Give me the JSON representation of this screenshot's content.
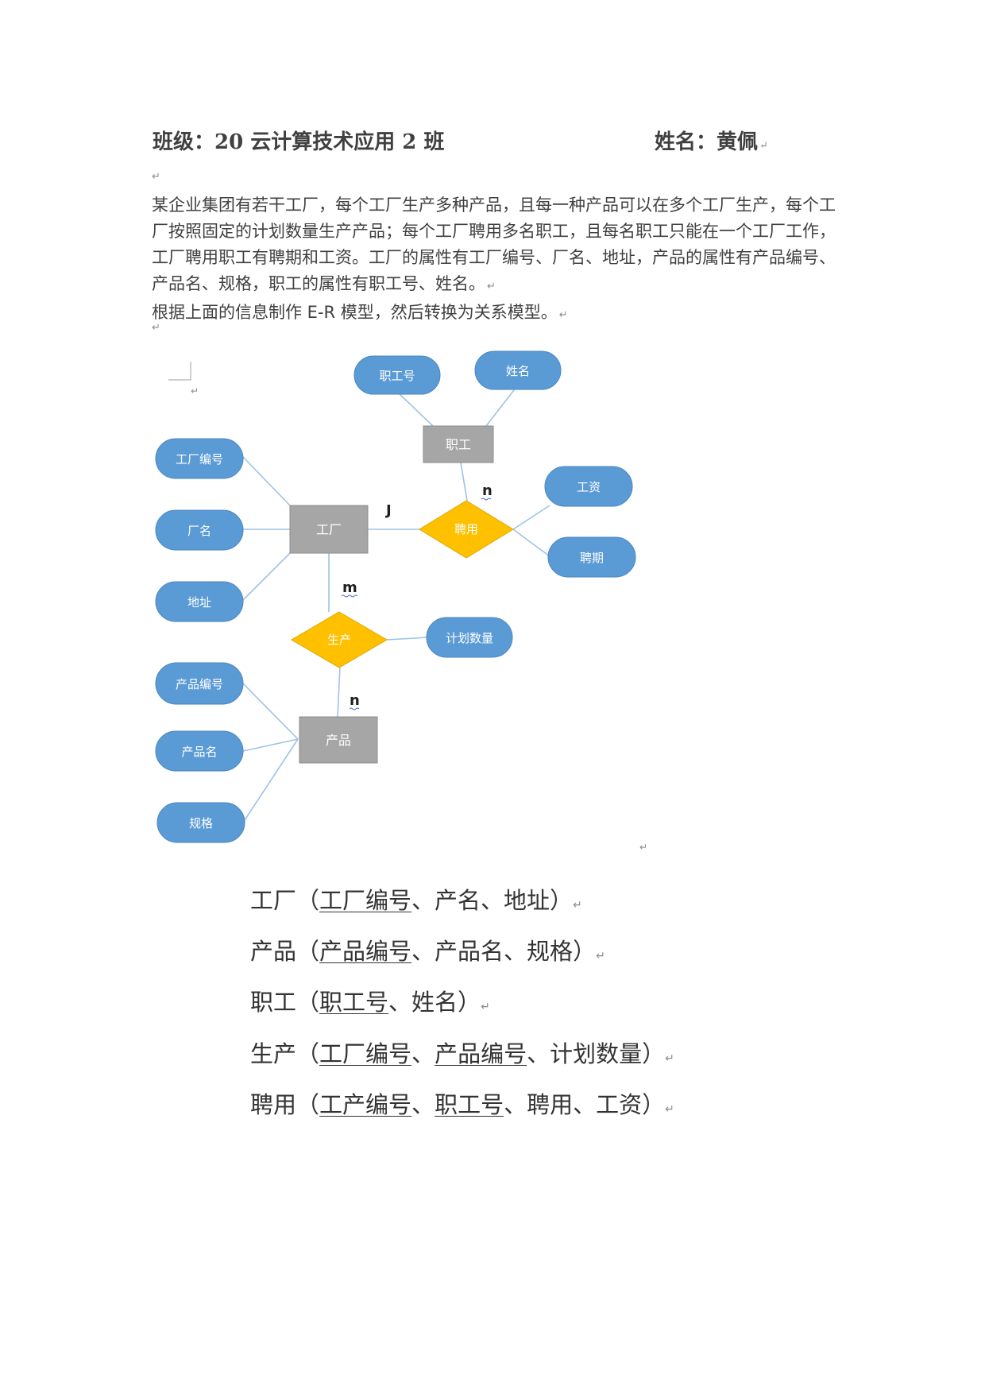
{
  "header": {
    "class_label": "班级：",
    "class_value": "20 云计算技术应用 2 班",
    "name_label": "姓名：",
    "name_value": "黄佩"
  },
  "paragraph_mark": "↵",
  "body": {
    "problem": "某企业集团有若干工厂，每个工厂生产多种产品，且每一种产品可以在多个工厂生产，每个工厂按照固定的计划数量生产产品；每个工厂聘用多名职工，且每名职工只能在一个工厂工作，工厂聘用职工有聘期和工资。工厂的属性有工厂编号、厂名、地址，产品的属性有产品编号、产品名、规格，职工的属性有职工号、姓名。",
    "task": "根据上面的信息制作 E-R 模型，然后转换为关系模型。"
  },
  "er_diagram": {
    "colors": {
      "entity": "#a6a6a6",
      "attribute": "#5b9bd5",
      "relationship": "#ffc000",
      "line": "#9dc3e6"
    },
    "entities": {
      "factory": "工厂",
      "employee": "职工",
      "product": "产品"
    },
    "relationships": {
      "hire": "聘用",
      "produce": "生产"
    },
    "attributes": {
      "emp_no": "职工号",
      "emp_name": "姓名",
      "factory_no": "工厂编号",
      "factory_name": "厂名",
      "address": "地址",
      "salary": "工资",
      "term": "聘期",
      "plan_qty": "计划数量",
      "product_no": "产品编号",
      "product_name": "产品名",
      "spec": "规格"
    },
    "cardinalities": {
      "factory_hire": "J",
      "hire_employee": "n",
      "factory_produce": "m",
      "produce_product": "n"
    }
  },
  "relations": [
    {
      "name": "工厂",
      "open": "（",
      "keys": [
        "工厂编号"
      ],
      "rest": "、产名、地址",
      "close": "）"
    },
    {
      "name": "产品",
      "open": "（",
      "keys": [
        "产品编号"
      ],
      "rest": "、产品名、规格",
      "close": "）"
    },
    {
      "name": "职工",
      "open": "（",
      "keys": [
        "职工号"
      ],
      "rest": "、姓名",
      "close": "）"
    },
    {
      "name": "生产",
      "open": "（",
      "keys": [
        "工厂编号",
        "产品编号"
      ],
      "rest": "、计划数量",
      "close": "）"
    },
    {
      "name": "聘用",
      "open": "（",
      "keys": [
        "工产编号",
        "职工号"
      ],
      "rest": "、聘用、工资",
      "close": "）"
    }
  ]
}
